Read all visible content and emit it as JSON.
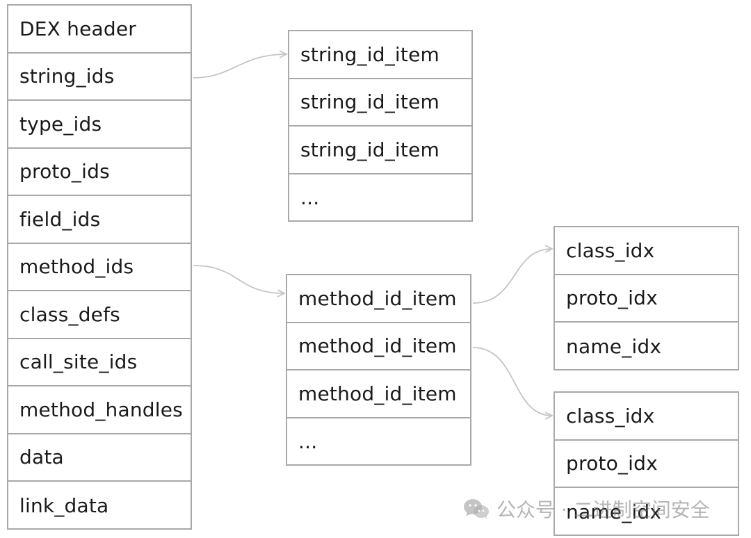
{
  "dex_sections": [
    "DEX header",
    "string_ids",
    "type_ids",
    "proto_ids",
    "field_ids",
    "method_ids",
    "class_defs",
    "call_site_ids",
    "method_handles",
    "data",
    "link_data"
  ],
  "string_ids_table": [
    "string_id_item",
    "string_id_item",
    "string_id_item",
    "..."
  ],
  "method_ids_table": [
    "method_id_item",
    "method_id_item",
    "method_id_item",
    "..."
  ],
  "method_item_1_fields": [
    "class_idx",
    "proto_idx",
    "name_idx"
  ],
  "method_item_2_fields": [
    "class_idx",
    "proto_idx",
    "name_idx"
  ],
  "watermark": {
    "text": "公众号 · 二进制空间安全",
    "icon": "wechat-icon"
  },
  "colors": {
    "border": "#a8a8a8",
    "connector": "#c4c4c4",
    "text": "#1a1a1a"
  }
}
